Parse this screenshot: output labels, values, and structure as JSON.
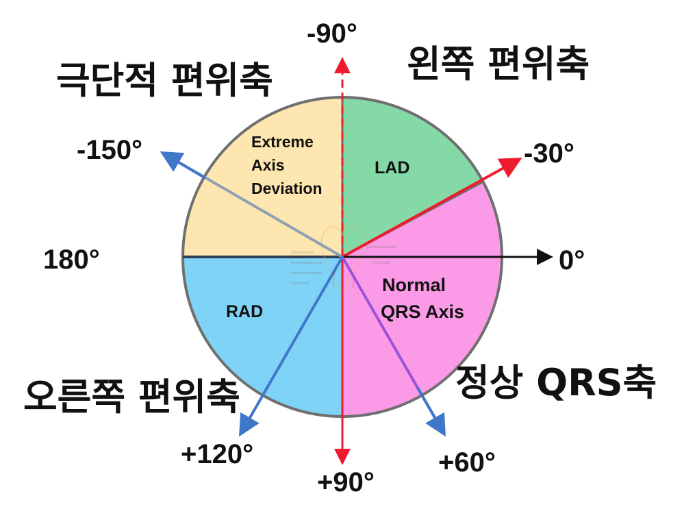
{
  "region_labels": {
    "extreme_kr": "극단적 편위축",
    "left_kr": "왼쪽 편위축",
    "right_kr": "오른쪽 편위축",
    "normal_kr": "정상 QRS축"
  },
  "segment_labels": {
    "extreme": [
      "Extreme",
      "Axis",
      "Deviation"
    ],
    "lad": "LAD",
    "rad": "RAD",
    "normal": [
      "Normal",
      "QRS Axis"
    ]
  },
  "degrees": {
    "minus90": "-90°",
    "minus30": "-30°",
    "minus150": "-150°",
    "zero": "0°",
    "d180": "180°",
    "plus60": "+60°",
    "plus90": "+90°",
    "plus120": "+120°"
  },
  "heart_labels": [
    "Sinoatrial node",
    "Atrioventricular node",
    "Left posterior bundle",
    "Right bundle",
    "Bachmann's bundle",
    "His bundle"
  ],
  "colors": {
    "extreme": "#fde6b0",
    "lad": "#84d9a6",
    "rad": "#7fd3f7",
    "normal": "#fb9ae6",
    "red_arrow": "#ee1b2e",
    "blue_arrow": "#3f78c8",
    "purple_arrow": "#9a53d6",
    "black_arrow": "#111111"
  }
}
